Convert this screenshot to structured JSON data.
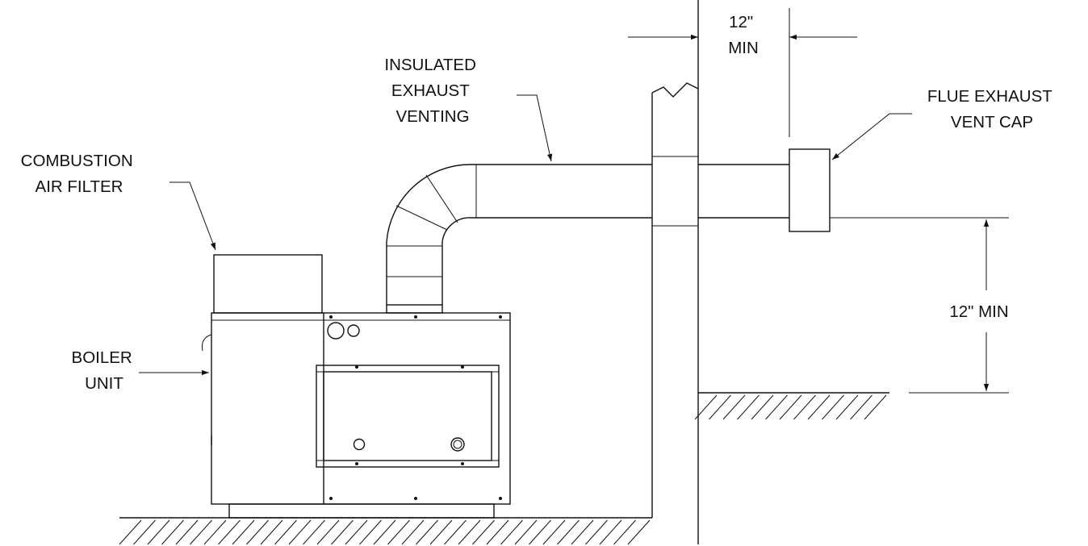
{
  "labels": {
    "insulated_exhaust_venting": [
      "INSULATED",
      "EXHAUST",
      "VENTING"
    ],
    "combustion_air_filter": [
      "COMBUSTION",
      "AIR FILTER"
    ],
    "boiler_unit": [
      "BOILER",
      "UNIT"
    ],
    "flue_exhaust_vent_cap": [
      "FLUE EXHAUST",
      "VENT CAP"
    ],
    "wall_clearance": [
      "12\"",
      "MIN"
    ],
    "ground_clearance": "12\" MIN"
  }
}
